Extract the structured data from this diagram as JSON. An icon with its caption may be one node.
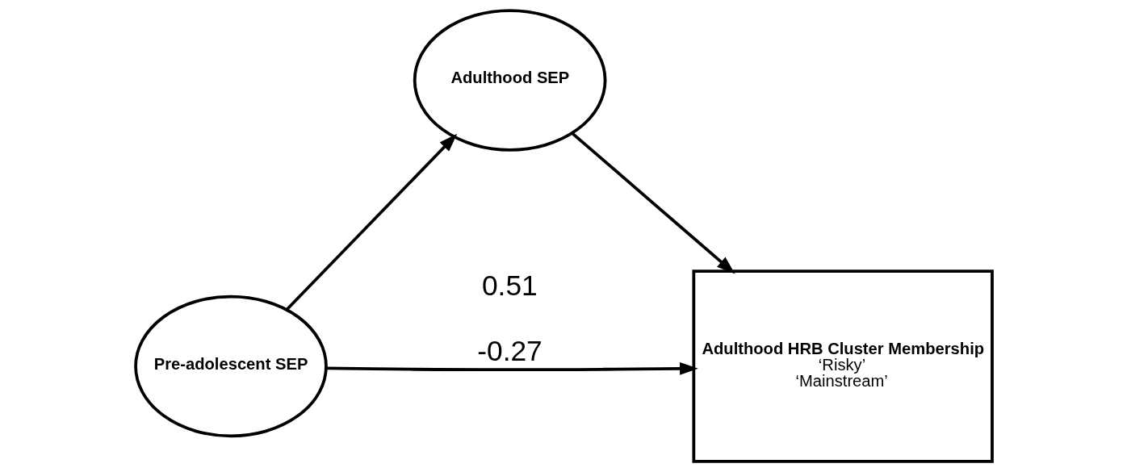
{
  "diagram": {
    "nodes": [
      {
        "text": [
          "Pre-adolescent SEP"
        ]
      },
      {
        "text": [
          "Adulthood SEP"
        ]
      },
      {
        "text": [
          "Adulthood HRB Cluster Membership",
          "‘Risky’",
          "‘Mainstream’"
        ]
      }
    ],
    "edges": [
      {
        "from": 0,
        "to": 2,
        "arrow": "to",
        "label": "-0.27"
      },
      {
        "from": 0,
        "to": 1,
        "arrow": "to"
      },
      {
        "from": 1,
        "to": 2,
        "arrow": "to"
      }
    ],
    "labels": [
      "0.51"
    ]
  }
}
